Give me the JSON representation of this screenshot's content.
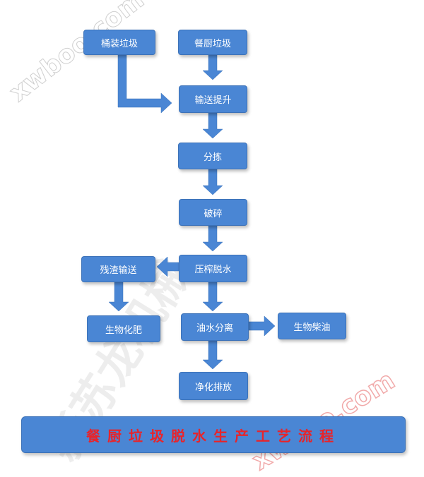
{
  "diagram": {
    "nodes": {
      "barrel_garbage": "桶装垃圾",
      "kitchen_garbage": "餐厨垃圾",
      "conveyor_lift": "输送提升",
      "sorting": "分拣",
      "crushing": "破碎",
      "press_dewater": "压榨脱水",
      "residue_transport": "残渣输送",
      "bio_fertilizer": "生物化肥",
      "oil_water_separation": "油水分离",
      "biodiesel": "生物柴油",
      "purify_discharge": "净化排放"
    },
    "title": "餐厨垃圾脱水生产工艺流程"
  },
  "watermarks": {
    "top_left": "xwboo.com",
    "bottom_right": "xwboo.com",
    "chinese_diagonal": "新苏龙机械"
  },
  "colors": {
    "node_fill": "#4a86d4",
    "title_text": "#e8242a",
    "watermark_red": "#f1a9a9"
  }
}
